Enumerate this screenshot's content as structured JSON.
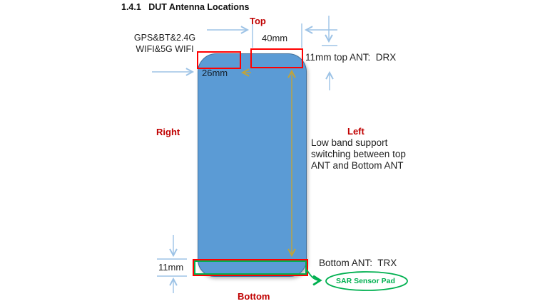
{
  "title": "1.4.1   DUT Antenna Locations",
  "side_labels": {
    "top": "Top",
    "right": "Right",
    "left": "Left",
    "bottom": "Bottom"
  },
  "dimensions": {
    "top_ant_width": "40mm",
    "top_ant_offset": "26mm",
    "bottom_ant_height": "11mm"
  },
  "annotations": {
    "top_left_ant_line1": "GPS&BT&2.4G",
    "top_left_ant_line2": "WIFI&5G WIFI",
    "top_ant": "11mm top ANT:  DRX",
    "left_note": "Low band support\nswitching between top\nANT and Bottom ANT",
    "bottom_ant": "Bottom ANT:  TRX",
    "sar_pad": "SAR Sensor Pad"
  },
  "colors": {
    "phone_fill": "#5B9BD5",
    "antenna_box_red": "#FF0000",
    "sar_green": "#00B050",
    "dimension_blue": "#9DC3E6",
    "dimension_yellow": "#BFA43C",
    "label_red": "#C00000"
  }
}
